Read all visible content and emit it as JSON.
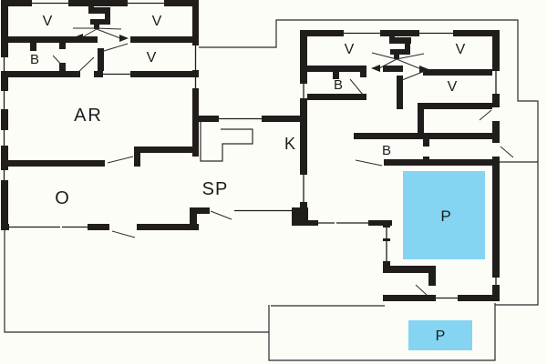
{
  "plan": {
    "title": "floor-plan",
    "colors": {
      "background": "#fdfdf8",
      "wall": "#201d1b",
      "line": "#2b2b2b",
      "pool": "#84d4f2",
      "label": "#1c1c1c"
    },
    "rooms": [
      {
        "id": "bedroom-left-1",
        "label": "V"
      },
      {
        "id": "bedroom-left-2",
        "label": "V"
      },
      {
        "id": "bath-left",
        "label": "B"
      },
      {
        "id": "bedroom-left-3",
        "label": "V"
      },
      {
        "id": "room-ar",
        "label": "AR"
      },
      {
        "id": "room-o",
        "label": "O"
      },
      {
        "id": "room-sp",
        "label": "SP"
      },
      {
        "id": "room-k",
        "label": "K"
      },
      {
        "id": "bedroom-right-1",
        "label": "V"
      },
      {
        "id": "bedroom-right-2",
        "label": "V"
      },
      {
        "id": "bath-right-1",
        "label": "B"
      },
      {
        "id": "bedroom-right-3",
        "label": "V"
      },
      {
        "id": "bath-right-2",
        "label": "B"
      },
      {
        "id": "pool-main",
        "label": "P"
      },
      {
        "id": "pool-small",
        "label": "P"
      }
    ]
  }
}
